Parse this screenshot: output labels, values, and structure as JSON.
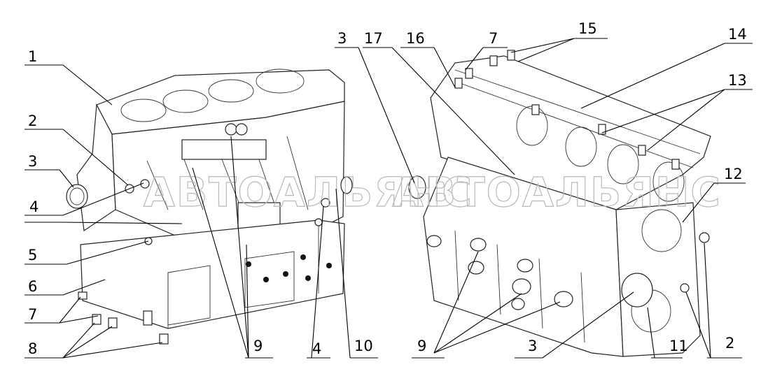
{
  "watermark": "АВТОАЛЬЯНС",
  "callouts_left": [
    "1",
    "2",
    "3",
    "4",
    "5",
    "6",
    "7",
    "8",
    "9",
    "4",
    "10"
  ],
  "callouts_right": [
    "3",
    "17",
    "16",
    "7",
    "15",
    "14",
    "13",
    "12",
    "2",
    "11",
    "3",
    "9"
  ]
}
